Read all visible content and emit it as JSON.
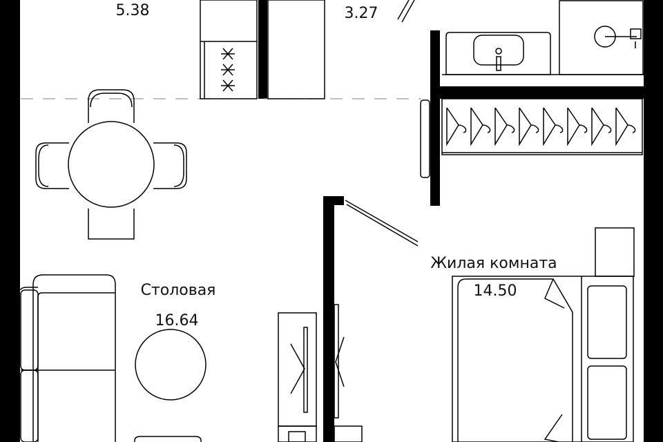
{
  "plan": {
    "rooms": [
      {
        "name": "",
        "area": "5.38"
      },
      {
        "name": "",
        "area": "3.27"
      },
      {
        "name": "Столовая",
        "area": "16.64"
      },
      {
        "name": "Жилая комната",
        "area": "14.50"
      }
    ]
  },
  "colors": {
    "wall": "#000000",
    "line": "#000000",
    "background": "#ffffff"
  }
}
